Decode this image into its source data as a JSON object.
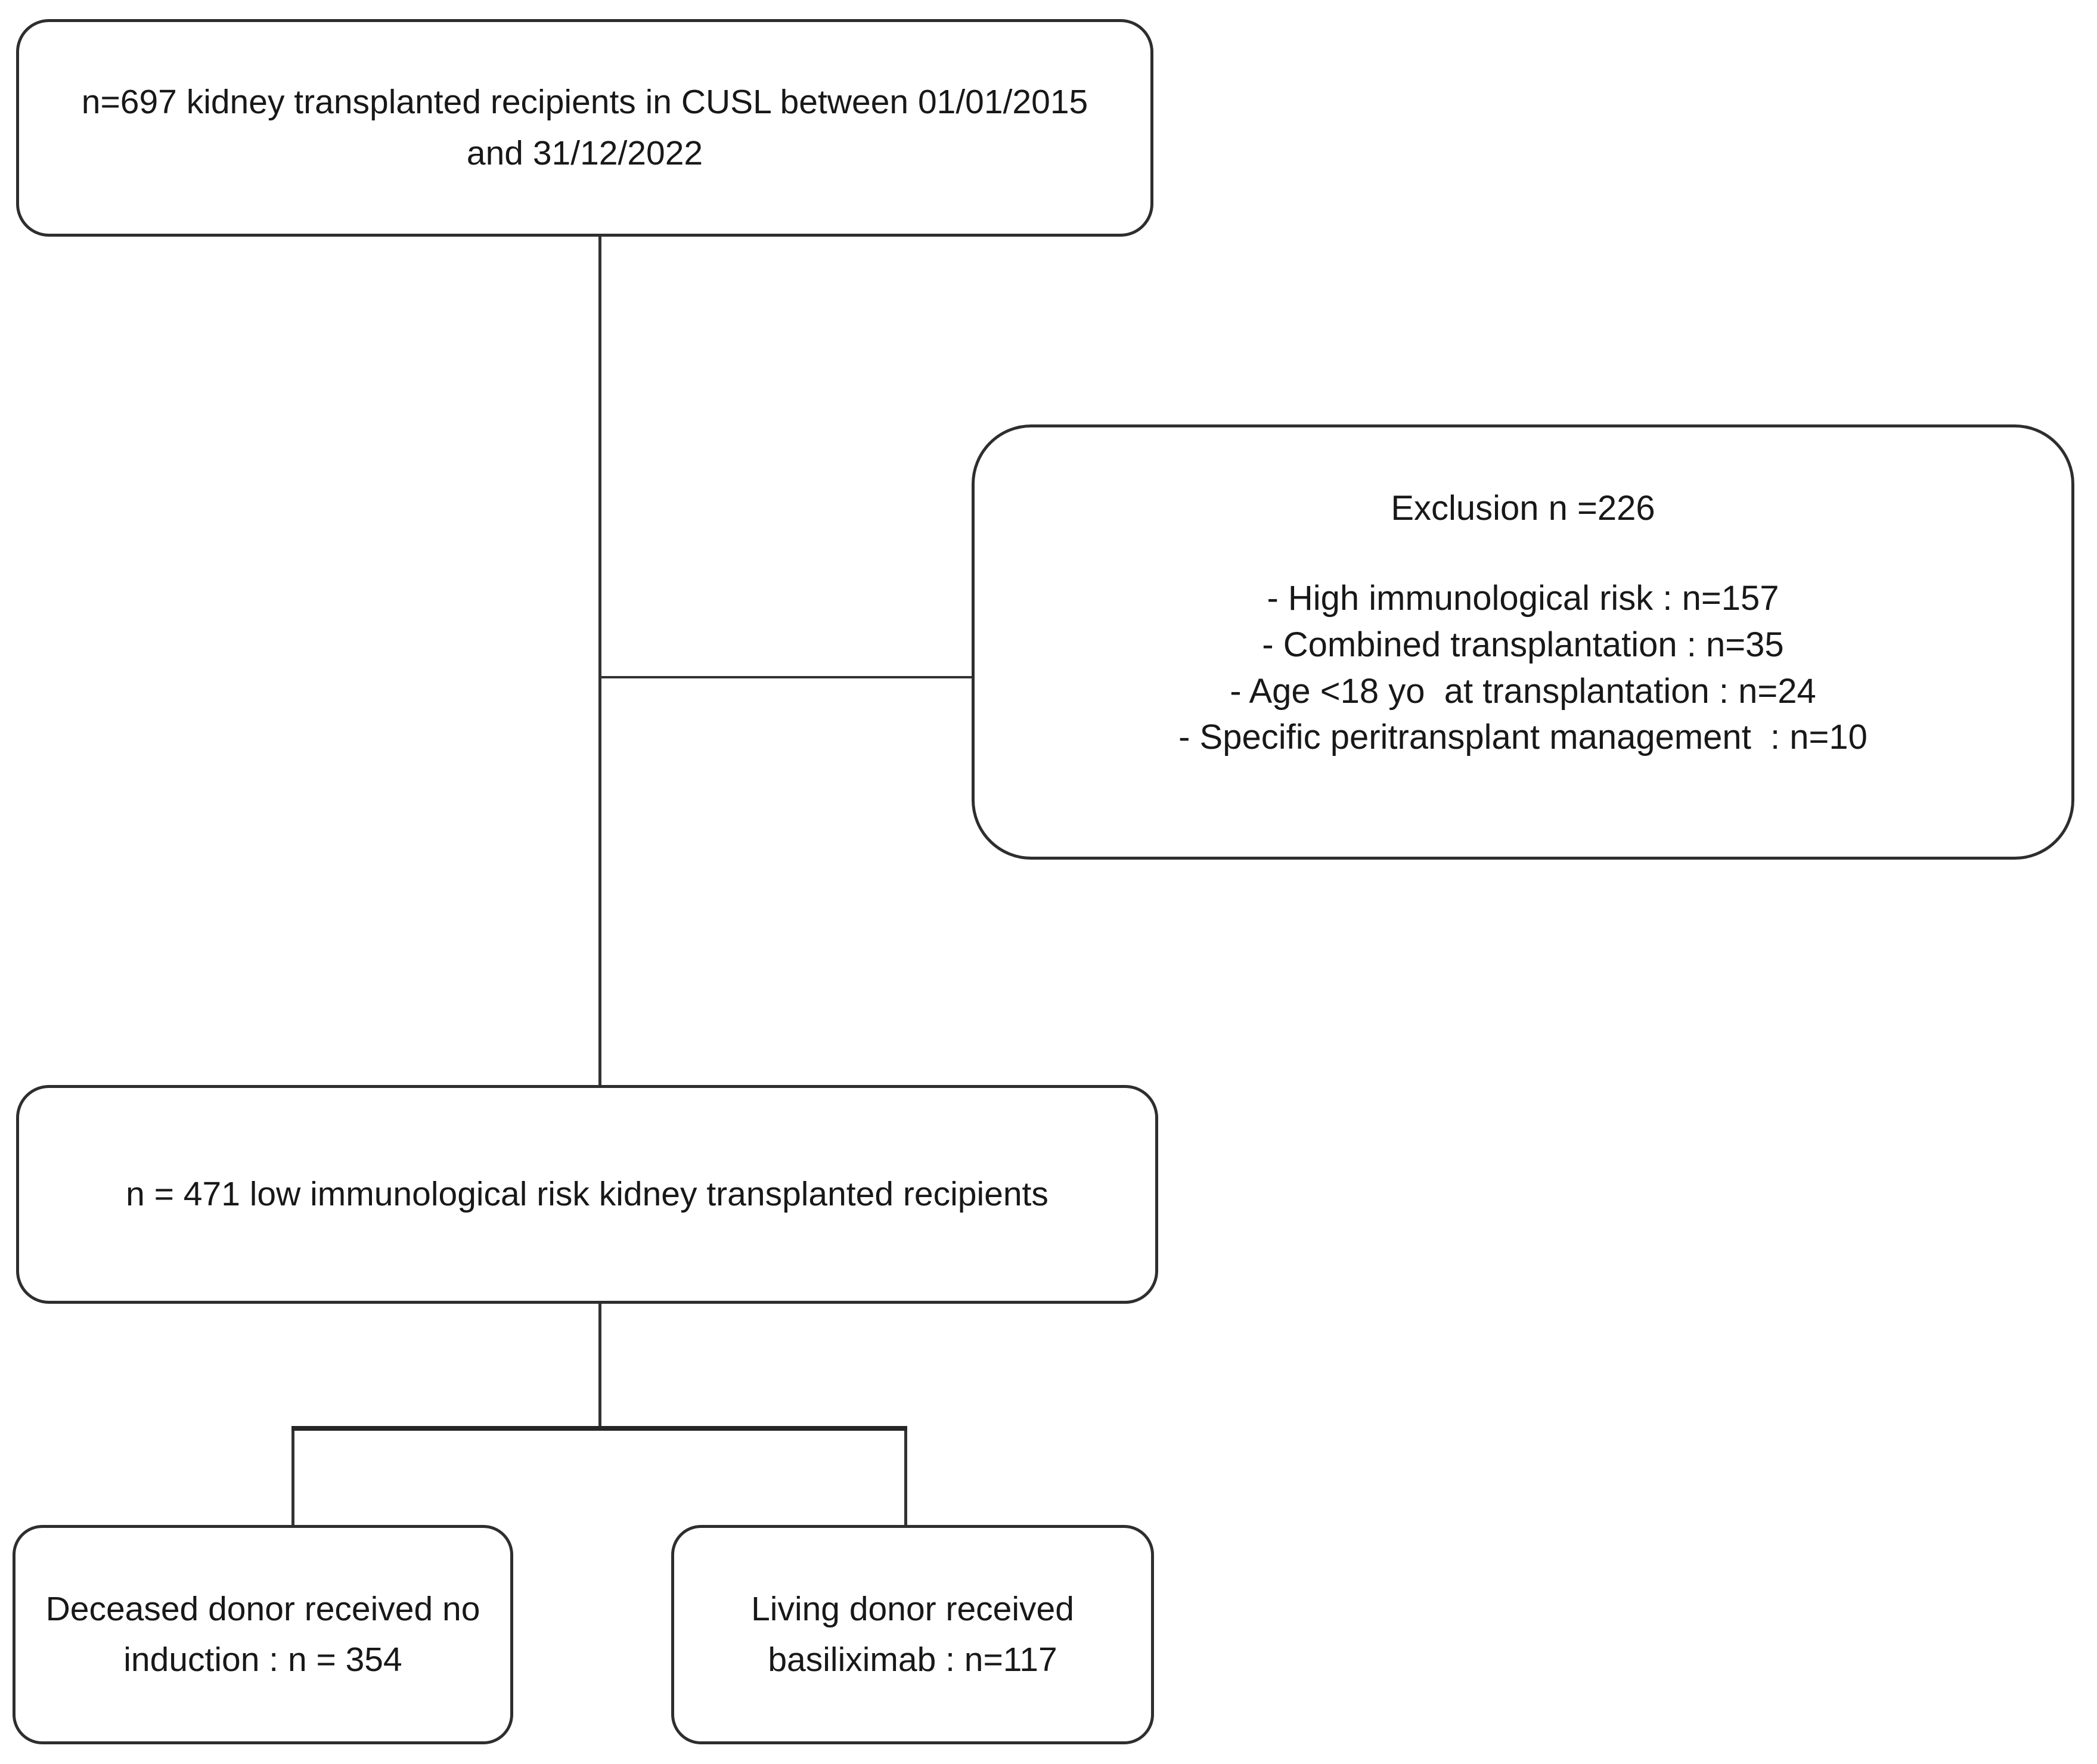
{
  "figure": {
    "background": "#ffffff",
    "border_color": "#2e2e2e",
    "line_color": "#333333",
    "text_color": "#181818"
  },
  "boxes": {
    "total": {
      "text": "n=697 kidney transplanted recipients in CUSL between 01/01/2015\nand 31/12/2022"
    },
    "exclusion": {
      "title": "Exclusion n =226",
      "items": [
        "- High immunological risk : n=157",
        "- Combined transplantation : n=35",
        "- Age <18 yo  at transplantation : n=24",
        "- Specific peritransplant management  : n=10"
      ]
    },
    "included": {
      "text": "n = 471 low immunological risk kidney transplanted recipients"
    },
    "deceased": {
      "text": "Deceased donor received no\ninduction : n = 354"
    },
    "living": {
      "text": "Living donor received\nbasiliximab : n=117"
    }
  }
}
